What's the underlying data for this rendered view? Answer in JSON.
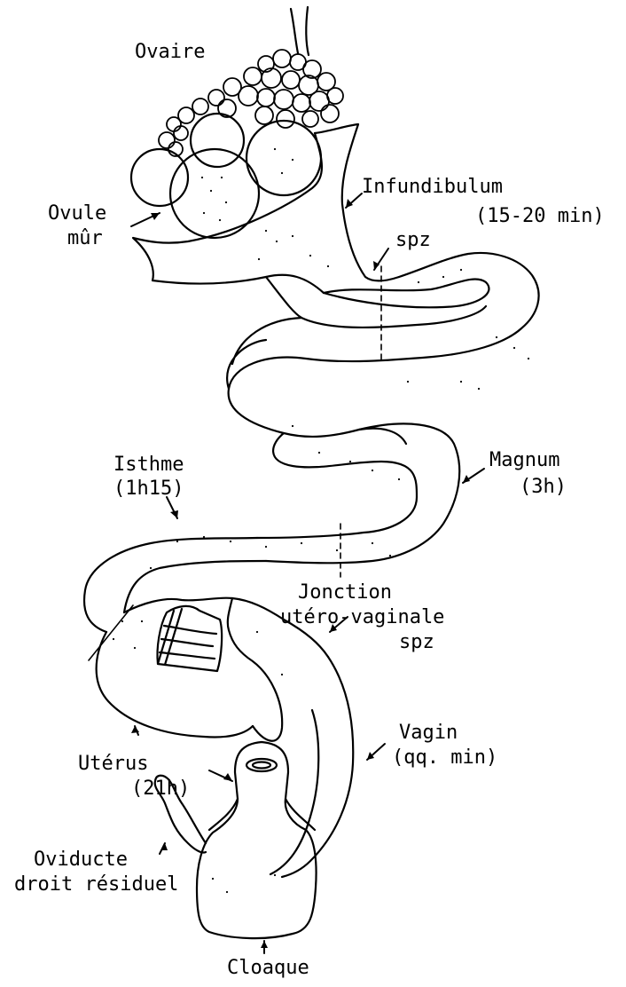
{
  "labels": {
    "ovary": "Ovaire",
    "ripe_ovum_line1": "Ovule",
    "ripe_ovum_line2": "mûr",
    "infundibulum": "Infundibulum",
    "infundibulum_time": "(15-20 min)",
    "spz_top": "spz",
    "magnum": "Magnum",
    "magnum_time": "(3h)",
    "isthmus": "Isthme",
    "isthmus_time": "(1h15)",
    "junction_line1": "Jonction",
    "junction_line2": "utéro-vaginale",
    "junction_spz": "spz",
    "uterus": "Utérus",
    "uterus_time": "(21h)",
    "vagina": "Vagin",
    "vagina_time": "(qq. min)",
    "right_oviduct_line1": "Oviducte",
    "right_oviduct_line2": "droit résiduel",
    "cloaca": "Cloaque"
  },
  "colors": {
    "ink": "#000000",
    "paper": "#ffffff"
  }
}
